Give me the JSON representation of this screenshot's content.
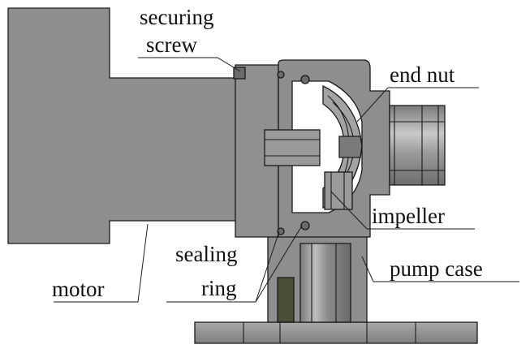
{
  "labels": {
    "securing_1": "securing",
    "securing_2": "screw",
    "end_nut": "end nut",
    "impeller": "impeller",
    "sealing_1": "sealing",
    "sealing_2": "ring",
    "pump_case": "pump case",
    "motor": "motor"
  },
  "colors": {
    "metal": "#8e8e8e",
    "metal_light": "#b3b3b3",
    "metal_dark": "#6a6a6a",
    "cavity": "#ffffff",
    "seal_insert": "#4a4e36",
    "outline": "#1a1a1a"
  }
}
